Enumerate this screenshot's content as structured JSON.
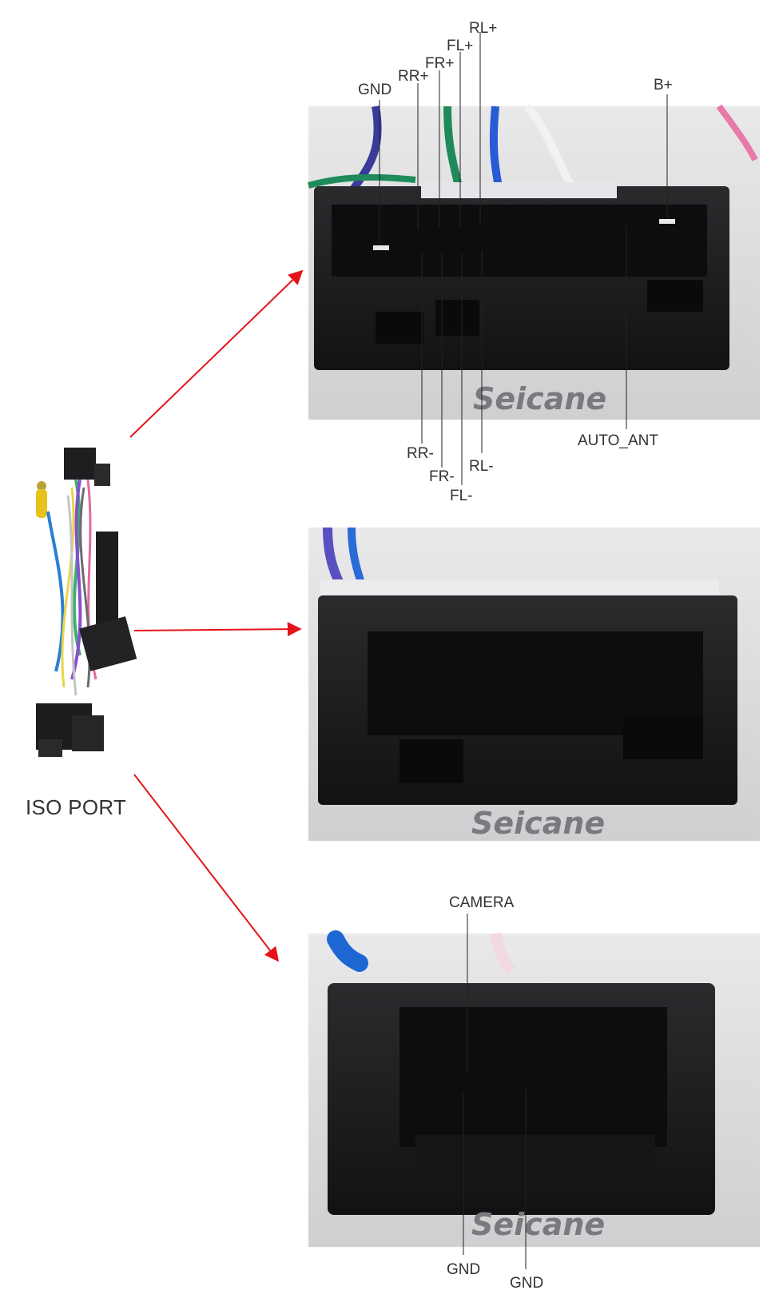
{
  "harness_label": "ISO PORT",
  "watermark": "Seicane",
  "connector_top": {
    "pins_top": [
      "RL+",
      "FL+",
      "FR+",
      "RR+",
      "GND",
      "B+"
    ],
    "pins_bottom": [
      "RR-",
      "FR-",
      "FL-",
      "RL-",
      "AUTO_ANT"
    ]
  },
  "connector_bottom": {
    "pins_top": [
      "CAMERA"
    ],
    "pins_bottom": [
      "GND",
      "GND"
    ]
  },
  "colors": {
    "arrow": "#e3141b",
    "leader": "#222222",
    "connector_body": "#1c1c1e",
    "photo_bg": "#dcdcdc"
  }
}
